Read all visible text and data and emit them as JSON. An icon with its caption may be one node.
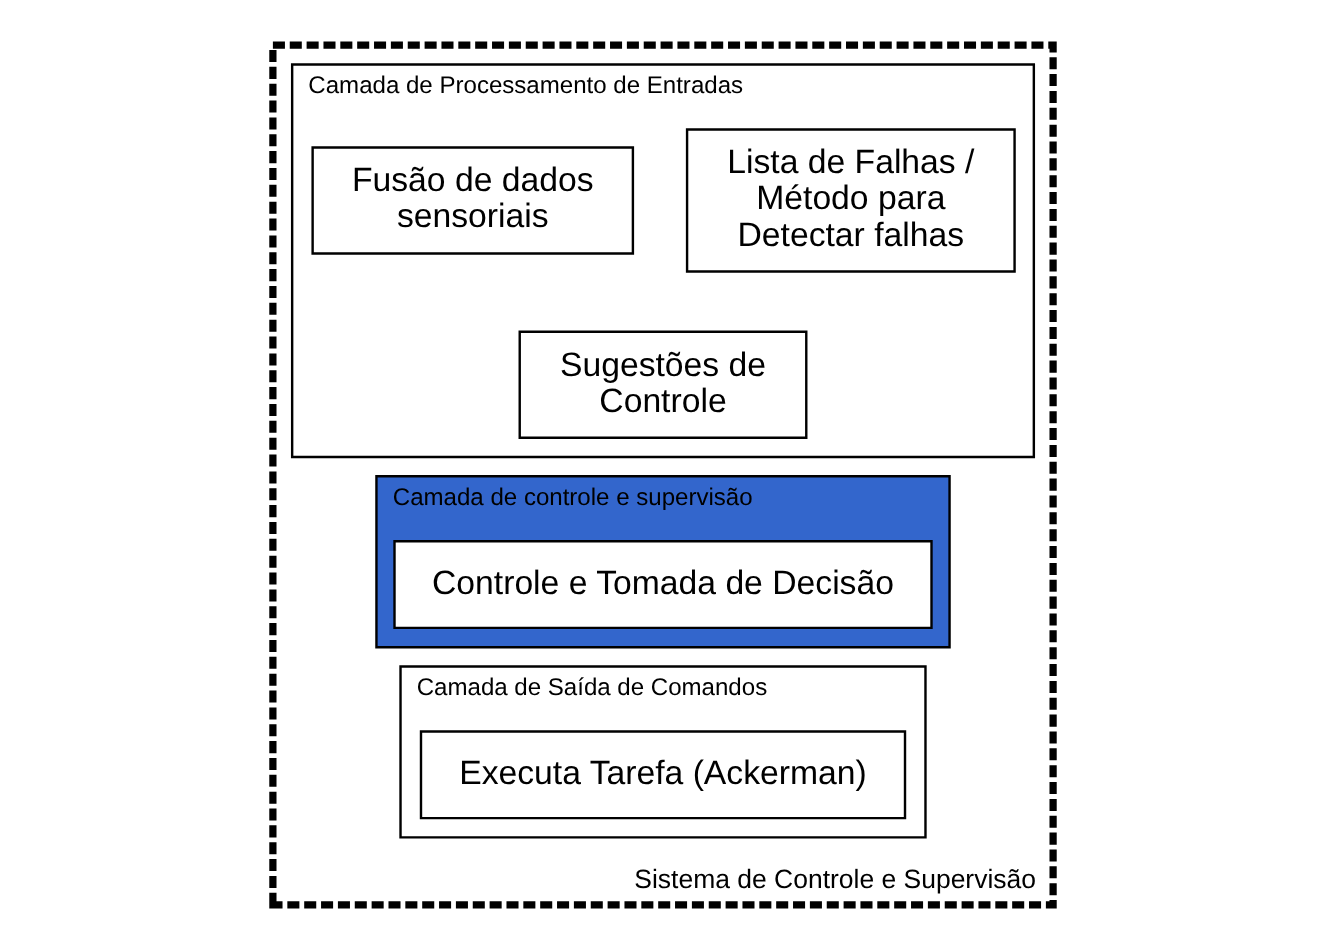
{
  "diagram": {
    "nodes": [
      {
        "text": [
          "Sistema de Controle e Supervisão"
        ]
      },
      {
        "text": [
          "Camada de Processamento de Entradas"
        ],
        "in": 0
      },
      {
        "text": [
          "Lista de Falhas / Método para Detectar falhas"
        ],
        "in": 1
      },
      {
        "text": [
          "Fusão de dados sensoriais"
        ],
        "in": 1
      },
      {
        "text": [
          "Sugestões de Controle"
        ],
        "in": 1
      },
      {
        "text": [
          "Camada de controle e supervisão"
        ],
        "in": 0
      },
      {
        "text": [
          "Controle e Tomada de Decisão"
        ],
        "in": 5
      },
      {
        "text": [
          "Camada de Saída de Comandos"
        ],
        "in": 0
      },
      {
        "text": [
          "Executa Tarefa (Ackerman)"
        ],
        "in": 7
      }
    ]
  }
}
